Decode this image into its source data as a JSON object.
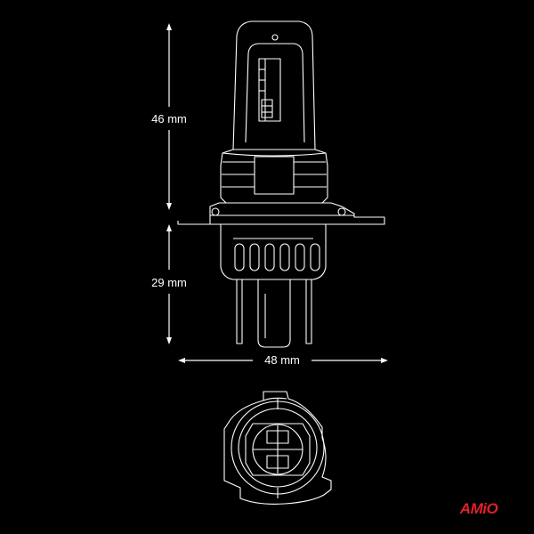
{
  "dimensions": {
    "height_top": "46 mm",
    "height_bottom": "29 mm",
    "width": "48 mm"
  },
  "brand": {
    "logo_text": "AMiO",
    "color": "#e0202a"
  },
  "colors": {
    "background": "#000000",
    "line": "#ffffff"
  }
}
